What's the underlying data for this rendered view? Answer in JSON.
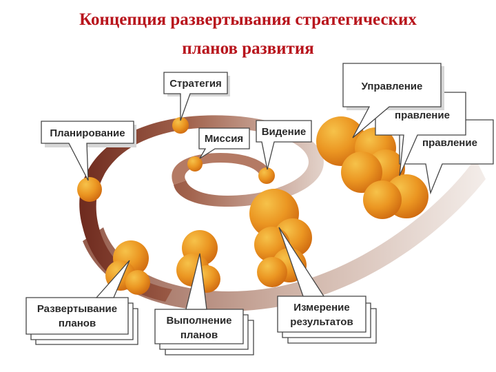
{
  "title_line1": "Концепция развертывания стратегических",
  "title_line2": "планов развития",
  "labels": {
    "strategy": "Стратегия",
    "planning": "Планирование",
    "mission": "Миссия",
    "vision": "Видение",
    "management_1": "Управление",
    "management_2": "правление",
    "management_3": "правление",
    "deploy_line1": "Развертывание",
    "deploy_line2": "планов",
    "execute_line1": "Выполнение",
    "execute_line2": "планов",
    "measure_line1": "Измерение",
    "measure_line2": "результатов"
  },
  "colors": {
    "title": "#b8141c",
    "spiral_dark": "#6e2a1e",
    "spiral_light": "#c9a08a",
    "ball_orange": "#e8851a",
    "ball_light": "#f3b13a"
  }
}
